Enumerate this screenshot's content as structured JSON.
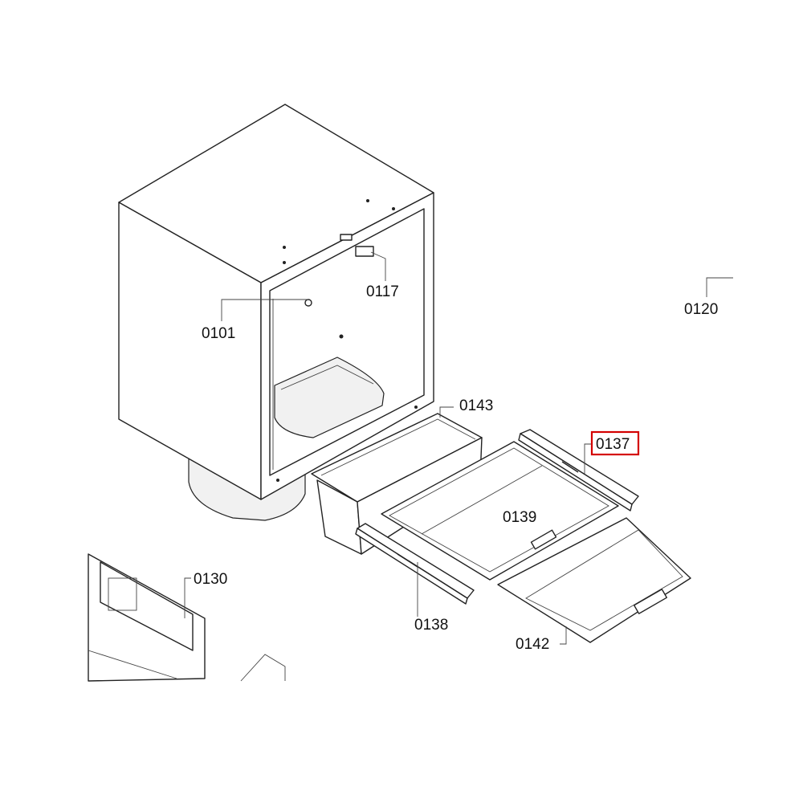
{
  "labels": {
    "p0101": "0101",
    "p0117": "0117",
    "p0120": "0120",
    "p0143": "0143",
    "p0137": "0137",
    "p0139": "0139",
    "p0130": "0130",
    "p0138": "0138",
    "p0142": "0142"
  },
  "highlighted_part": "0137",
  "colors": {
    "highlight": "#d40000",
    "line": "#222222"
  }
}
